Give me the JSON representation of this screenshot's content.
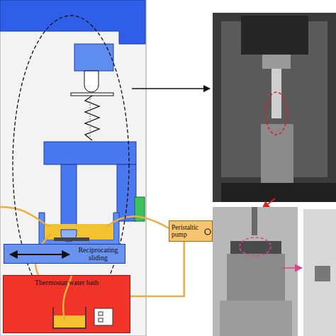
{
  "diagram": {
    "nodes": [
      {
        "text": [
          "Reciprocating sliding"
        ]
      },
      {
        "text": [
          "Peristaltic pump"
        ]
      },
      {
        "text": [
          "Thermostat water bath"
        ]
      }
    ],
    "edges": [
      {
        "from": 2,
        "to": 1,
        "arrow": "none"
      }
    ]
  }
}
